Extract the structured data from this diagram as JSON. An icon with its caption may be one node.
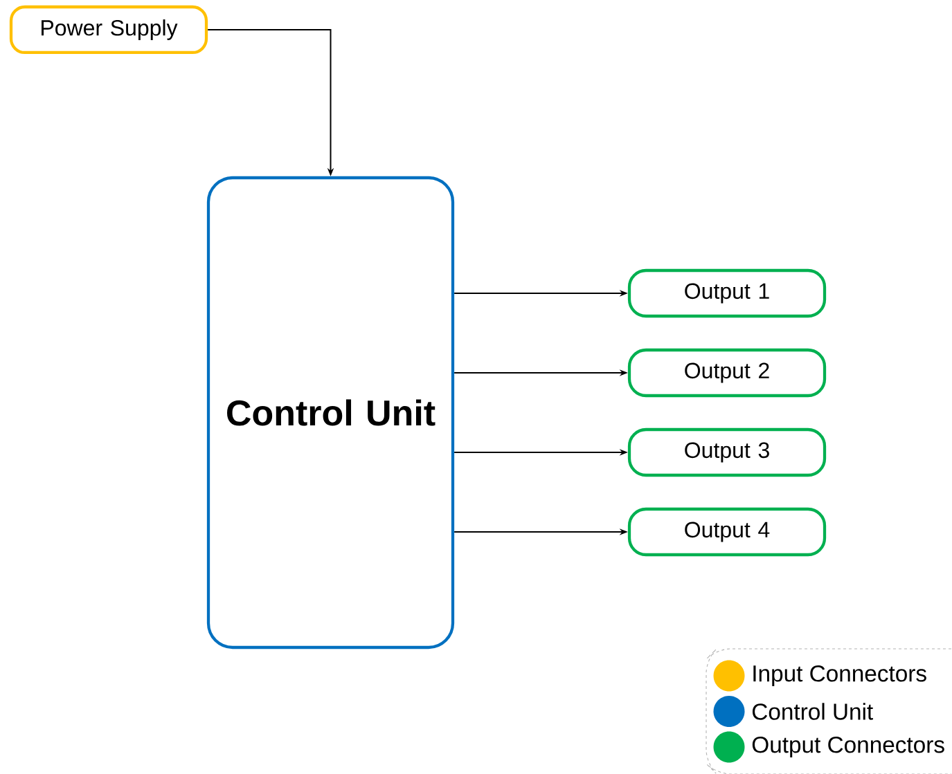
{
  "diagram": {
    "nodes": [
      {
        "text": [
          "Power Supply"
        ]
      },
      {
        "text": [
          "Control Unit"
        ]
      },
      {
        "text": [
          "Output 1"
        ]
      },
      {
        "text": [
          "Output 2"
        ]
      },
      {
        "text": [
          "Output 3"
        ]
      },
      {
        "text": [
          "Output 4"
        ]
      }
    ],
    "edges": [
      {
        "from": 0,
        "to": 1,
        "arrow": "to"
      },
      {
        "from": 1,
        "to": 2,
        "arrow": "to"
      },
      {
        "from": 1,
        "to": 3,
        "arrow": "to"
      },
      {
        "from": 1,
        "to": 4,
        "arrow": "to"
      },
      {
        "from": 1,
        "to": 5,
        "arrow": "to"
      }
    ],
    "legend": [
      {
        "text": "Input Connectors",
        "color": "#ffc000"
      },
      {
        "text": "Control Unit",
        "color": "#0070c0"
      },
      {
        "text": "Output Connectors",
        "color": "#00b050"
      }
    ]
  }
}
